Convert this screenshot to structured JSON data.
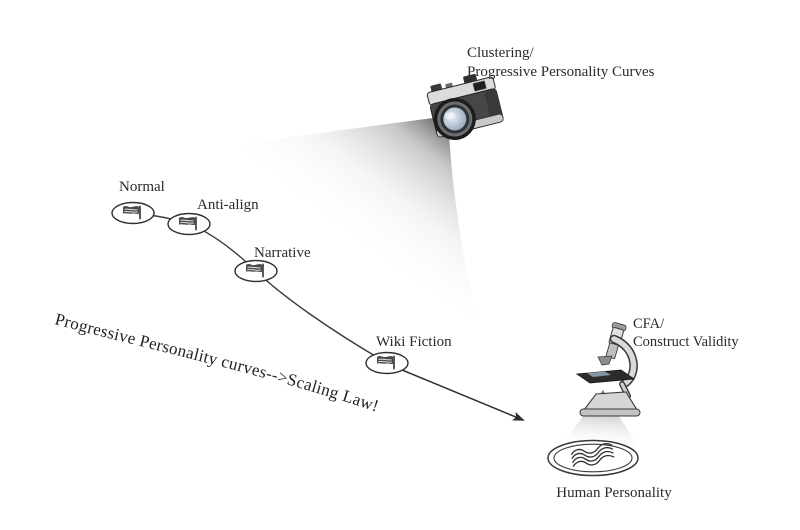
{
  "figure": {
    "camera_label": {
      "line1": "Clustering/",
      "line2": "Progressive Personality Curves"
    },
    "nodes": [
      {
        "label": "Normal"
      },
      {
        "label": "Anti-align"
      },
      {
        "label": "Narrative"
      },
      {
        "label": "Wiki Fiction"
      }
    ],
    "arrow_label": "Progressive Personality curves-->Scaling Law!",
    "microscope_label": {
      "line1": "CFA/",
      "line2": "Construct Validity"
    },
    "human_label": "Human Personality",
    "icons": {
      "camera": "camera-icon",
      "flag": "flag-icon",
      "microscope": "microscope-icon",
      "waves": "waves-icon",
      "arrow": "arrow-right-icon"
    },
    "colors": {
      "background": "#ffffff",
      "line": "#3a3a3a",
      "text": "#2b2b2b",
      "beam": "#474747",
      "lens_glass": "#b9c6d6"
    }
  }
}
